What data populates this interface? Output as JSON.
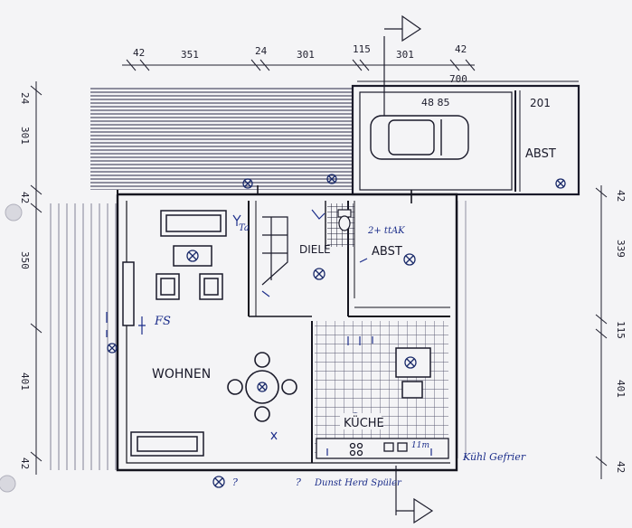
{
  "plan": {
    "rooms": {
      "wohnen": "WOHNEN",
      "diele": "DIELE",
      "abst_inner": "ABST",
      "kuche": "KÜCHE",
      "abst_garage": "ABST",
      "garage_area": "48 85",
      "garage_side_num": "201"
    },
    "dims_top": [
      "42",
      "351",
      "24",
      "301",
      "115",
      "301",
      "42"
    ],
    "dim_top_total": "700",
    "dims_left": [
      "24",
      "301",
      "42",
      "350",
      "401",
      "42"
    ],
    "dims_right": [
      "42",
      "339",
      "115",
      "401",
      "42"
    ],
    "annotations": {
      "fs": "FS",
      "kuhl": "Kühl Gefrier",
      "dunst": "Dunst Herd Spüler",
      "two_plus_ttak": "2+ ttAK",
      "ta": "Ta",
      "q1": "?",
      "q2": "?",
      "n_11m": "11m"
    },
    "colors": {
      "ink": "#1a1a2a",
      "pen": "#1b2d8a",
      "paper": "#f4f4f6"
    }
  }
}
